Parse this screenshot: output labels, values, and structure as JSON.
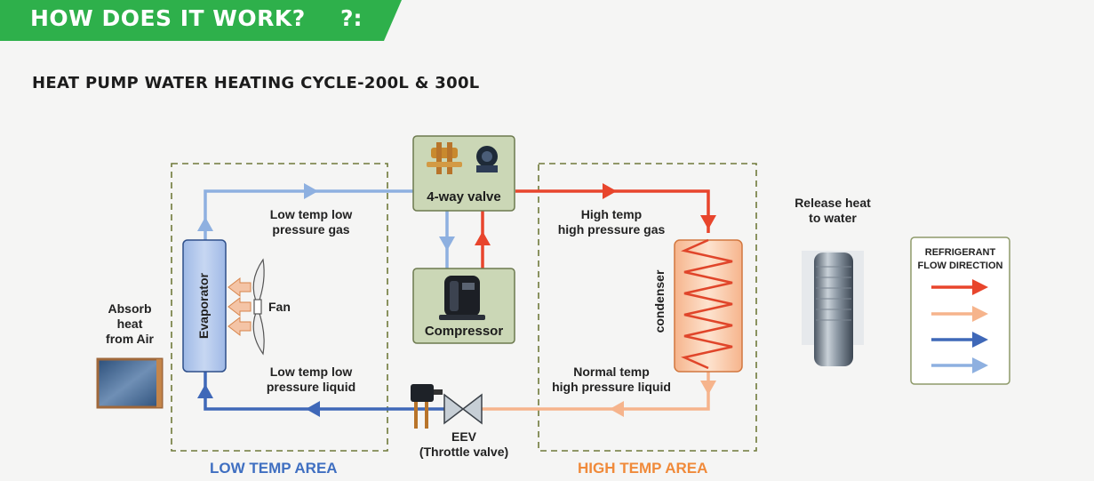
{
  "header": {
    "title": "HOW DOES IT WORK?",
    "title_extra": "?:",
    "subtitle": "HEAT PUMP WATER HEATING CYCLE-200L & 300L",
    "banner_color": "#2eb04b"
  },
  "components": {
    "four_way_valve": "4-way valve",
    "compressor": "Compressor",
    "evaporator": "Evaporator",
    "condenser": "condenser",
    "fan": "Fan",
    "eev_line1": "EEV",
    "eev_line2": "(Throttle valve)"
  },
  "flow_labels": {
    "low_gas_1": "Low temp low",
    "low_gas_2": "pressure gas",
    "high_gas_1": "High temp",
    "high_gas_2": "high pressure gas",
    "low_liquid_1": "Low temp low",
    "low_liquid_2": "pressure liquid",
    "normal_liquid_1": "Normal temp",
    "normal_liquid_2": "high pressure liquid"
  },
  "side_labels": {
    "absorb_1": "Absorb",
    "absorb_2": "heat",
    "absorb_3": "from Air",
    "release_1": "Release heat",
    "release_2": "to water"
  },
  "areas": {
    "low": "LOW TEMP AREA",
    "high": "HIGH TEMP AREA",
    "low_color": "#3f6fc1",
    "high_color": "#f08a3a"
  },
  "legend": {
    "title_1": "REFRIGERANT",
    "title_2": "FLOW DIRECTION",
    "colors": [
      "#e8452c",
      "#f6b48c",
      "#3f68b8",
      "#8eb0e0"
    ]
  }
}
